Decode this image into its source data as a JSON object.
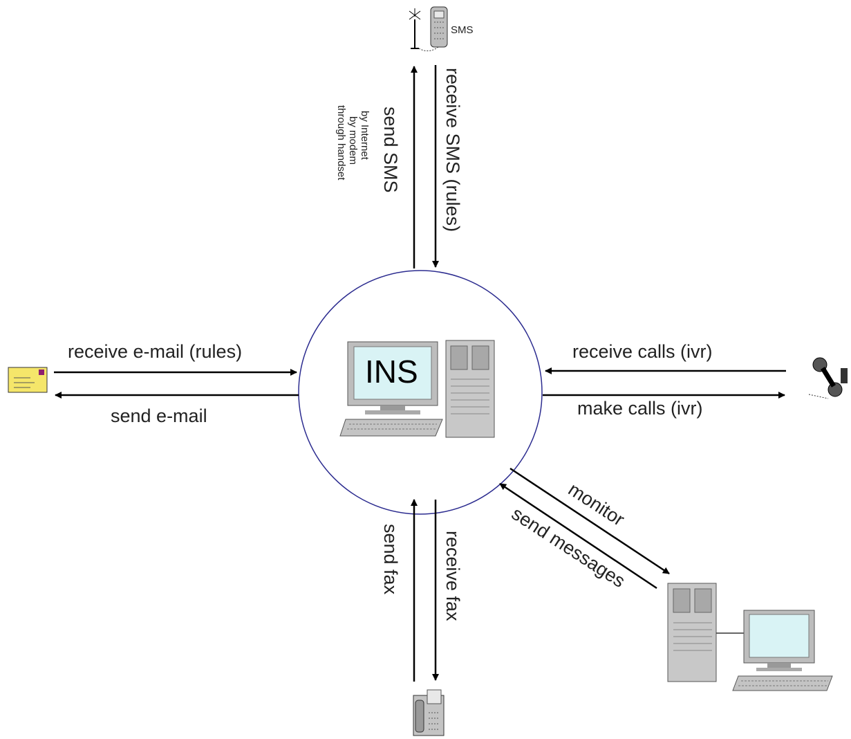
{
  "center": {
    "label": "INS"
  },
  "sms": {
    "device_label": "SMS",
    "send_label": "send SMS",
    "send_methods": [
      "by Internet",
      "by modem",
      "through handset"
    ],
    "receive_label": "receive SMS (rules)"
  },
  "email": {
    "receive_label": "receive e-mail (rules)",
    "send_label": "send e-mail"
  },
  "calls": {
    "receive_label": "receive calls (ivr)",
    "make_label": "make calls (ivr)"
  },
  "fax": {
    "send_label": "send fax",
    "receive_label": "receive fax"
  },
  "monitor": {
    "monitor_label": "monitor",
    "messages_label": "send messages"
  },
  "colors": {
    "circle": "#2b2b8f",
    "arrow": "#000000",
    "envelope": "#f5e66a",
    "screen": "#d9f3f5",
    "case": "#c0c0c0"
  }
}
